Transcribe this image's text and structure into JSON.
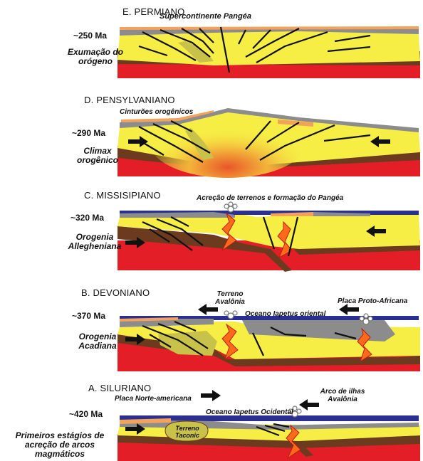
{
  "panels": [
    {
      "stage": "E. PERMIANO",
      "age": "~250 Ma",
      "process": "Exumação do orógeno",
      "annotations": [
        "Supercontinente Pangéa"
      ]
    },
    {
      "stage": "D. PENSYLVANIANO",
      "age": "~290 Ma",
      "process": "Climax orogênico",
      "annotations": [
        "Cinturões orogênicos"
      ]
    },
    {
      "stage": "C. MISSISIPIANO",
      "age": "~320 Ma",
      "process": "Orogenia Allegheniana",
      "annotations": [
        "Acreção de terrenos e formação do Pangéa"
      ]
    },
    {
      "stage": "B. DEVONIANO",
      "age": "~370 Ma",
      "process": "Orogenia Acadiana",
      "annotations": [
        "Terreno Avalônia",
        "Placa Proto-Africana",
        "Oceano Iapetus oriental"
      ]
    },
    {
      "stage": "A. SILURIANO",
      "age": "~420 Ma",
      "process": "Primeiros estágios de acreção de arcos magmáticos",
      "annotations": [
        "Placa Norte-americana",
        "Arco de ilhas Avalônia",
        "Oceano Iapetus Ocidental",
        "Terreno Taconic"
      ]
    }
  ],
  "colors": {
    "mantle": "#e41e26",
    "crust": "#f6ee45",
    "lithosphere": "#6b3a1f",
    "ocean": "#2b2f8f",
    "sediment": "#f2a25a",
    "accreted": "#c9c24a",
    "gray": "#8c8c8c",
    "arrow": "#111111"
  }
}
